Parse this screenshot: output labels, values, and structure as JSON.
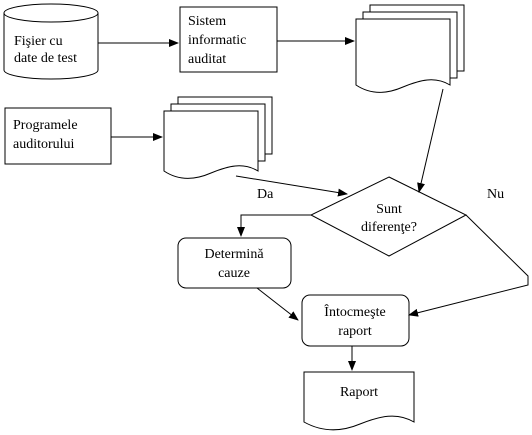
{
  "diagram": {
    "nodes": {
      "test_data_file": {
        "lines": [
          "Fişier cu",
          "date de test"
        ]
      },
      "audited_system": {
        "lines": [
          "Sistem",
          "informatic",
          "auditat"
        ]
      },
      "auditor_programs": {
        "lines": [
          "Programele",
          "auditorului"
        ]
      },
      "decision": {
        "lines": [
          "Sunt",
          "diferenţe?"
        ]
      },
      "determine_causes": {
        "lines": [
          "Determină",
          "cauze"
        ]
      },
      "prepare_report": {
        "lines": [
          "Întocmeşte",
          "raport"
        ]
      },
      "report": {
        "lines": [
          "Raport"
        ]
      }
    },
    "edge_labels": {
      "yes": "Da",
      "no": "Nu"
    }
  }
}
